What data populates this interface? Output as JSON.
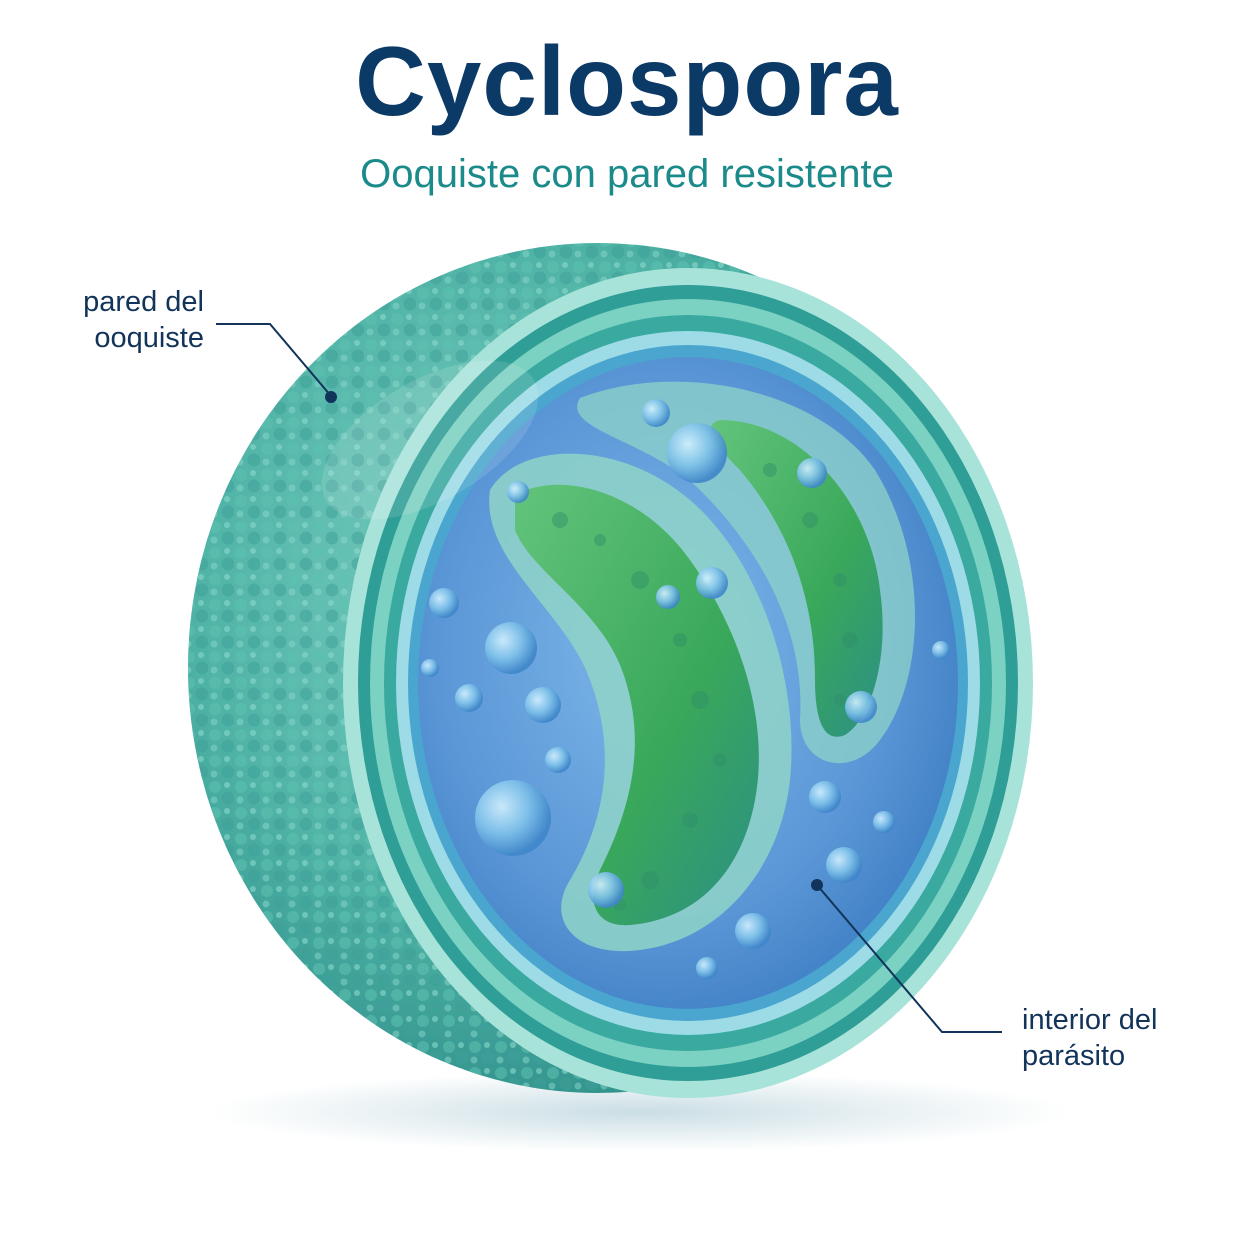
{
  "header": {
    "title": "Cyclospora",
    "subtitle": "Ooquiste con pared resistente"
  },
  "labels": {
    "wall": {
      "line1": "pared del",
      "line2": "ooquiste"
    },
    "interior": {
      "line1": "interior del",
      "line2": "parásito"
    }
  },
  "colors": {
    "title": "#0b3a66",
    "subtitle": "#1b8a8a",
    "shell": "#4fb3a6",
    "interior": "#5a96d6",
    "sporocyst": "#3fae62",
    "leader": "#12335a"
  }
}
